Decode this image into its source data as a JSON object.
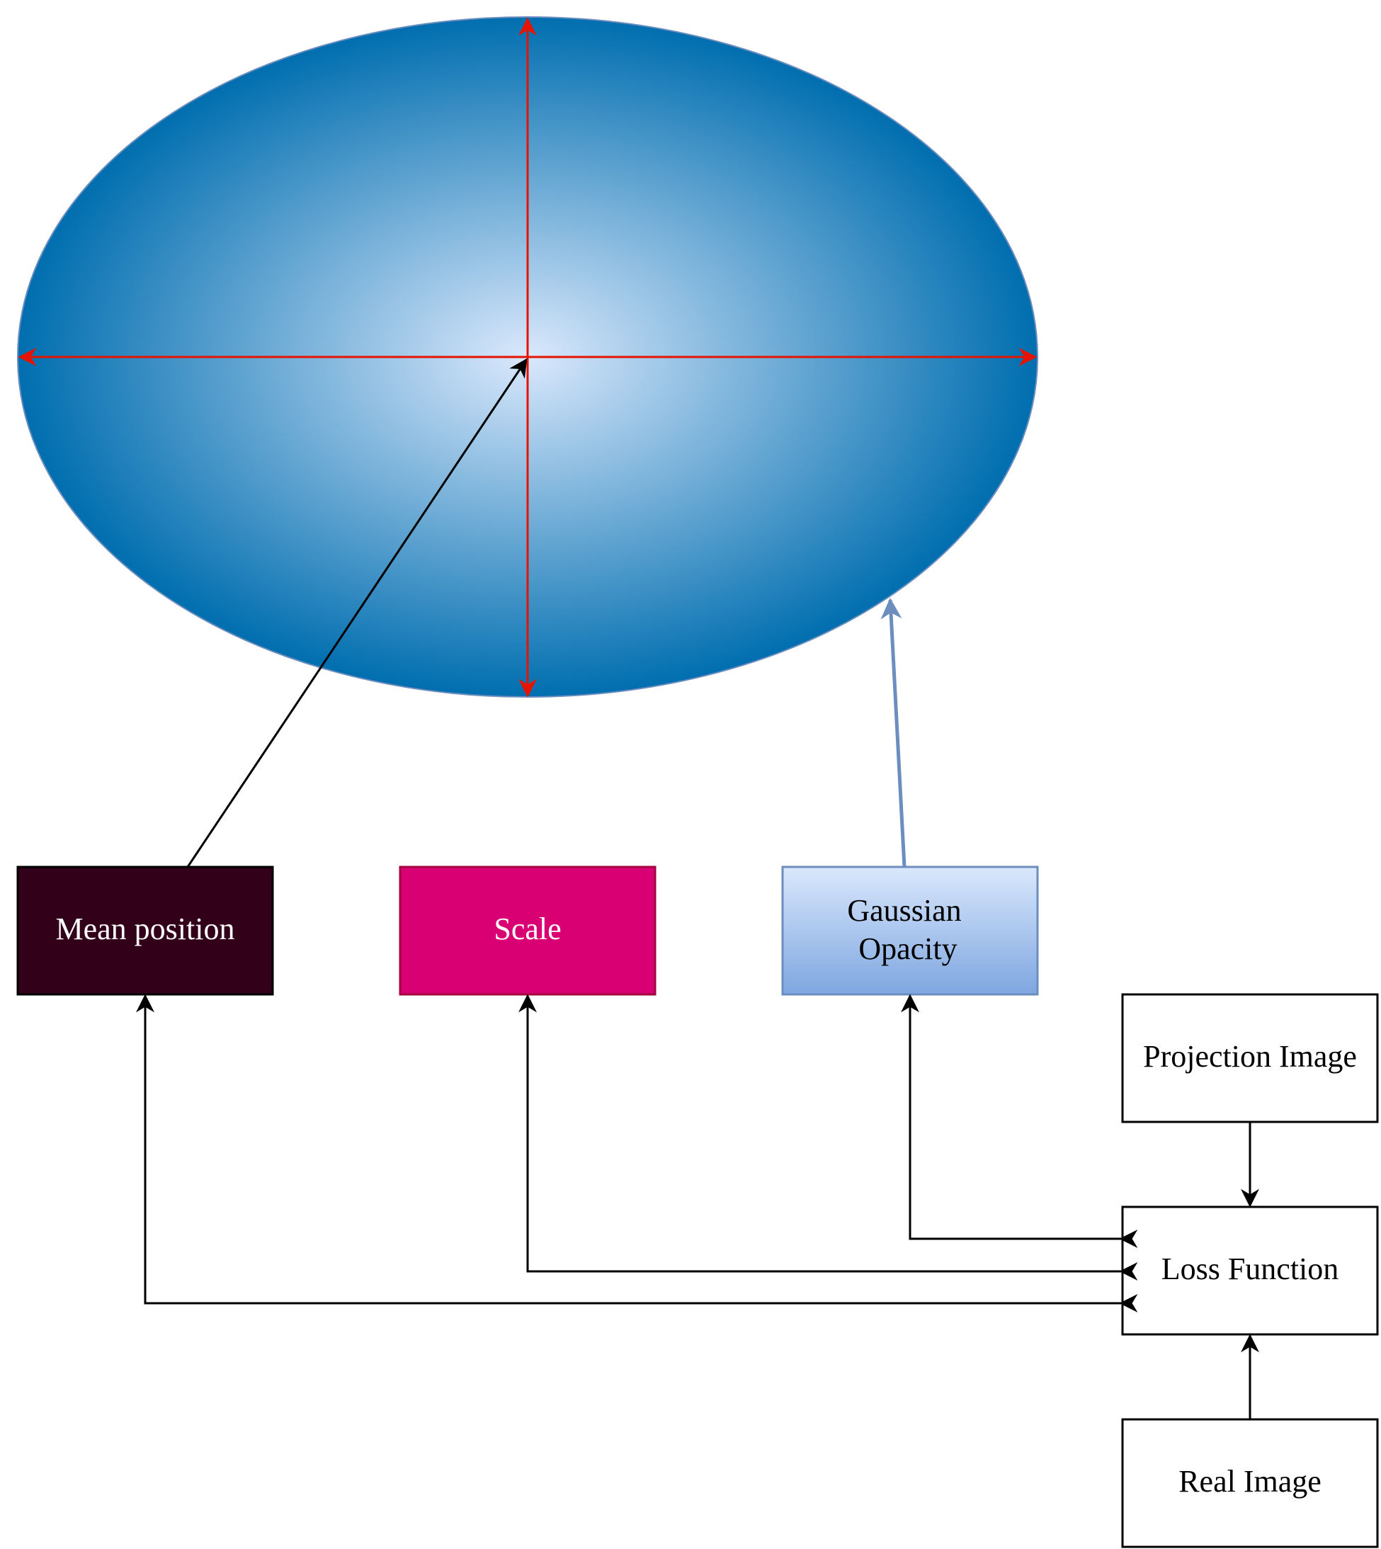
{
  "nodes": {
    "mean_position": {
      "label": "Mean position",
      "fill": "#33001a",
      "stroke": "#000000",
      "text_color": "#ffffff"
    },
    "scale": {
      "label": "Scale",
      "fill": "#d80073",
      "stroke": "#a50040",
      "text_color": "#ffffff"
    },
    "gaussian_opacity": {
      "label_line1": "Gaussian",
      "label_line2": "Opacity",
      "fill_top": "#dae8fc",
      "fill_bottom": "#7ea6e0",
      "stroke": "#6c8ebf",
      "text_color": "#000000"
    },
    "projection_image": {
      "label": "Projection Image",
      "fill": "#ffffff",
      "stroke": "#000000",
      "text_color": "#000000"
    },
    "loss_function": {
      "label": "Loss Function",
      "fill": "#ffffff",
      "stroke": "#000000",
      "text_color": "#000000"
    },
    "real_image": {
      "label": "Real Image",
      "fill": "#ffffff",
      "stroke": "#000000",
      "text_color": "#000000"
    }
  },
  "gaussian_ellipse": {
    "center_color": "#dae8fc",
    "edge_color": "#006eaf",
    "axis_color": "#e51400"
  },
  "edges": [
    {
      "from": "mean_position",
      "to": "gaussian_ellipse_center"
    },
    {
      "from": "gaussian_opacity",
      "to": "gaussian_ellipse"
    },
    {
      "from": "projection_image",
      "to": "loss_function"
    },
    {
      "from": "real_image",
      "to": "loss_function"
    },
    {
      "from": "loss_function",
      "to": "gaussian_opacity"
    },
    {
      "from": "loss_function",
      "to": "scale"
    },
    {
      "from": "loss_function",
      "to": "mean_position"
    }
  ]
}
